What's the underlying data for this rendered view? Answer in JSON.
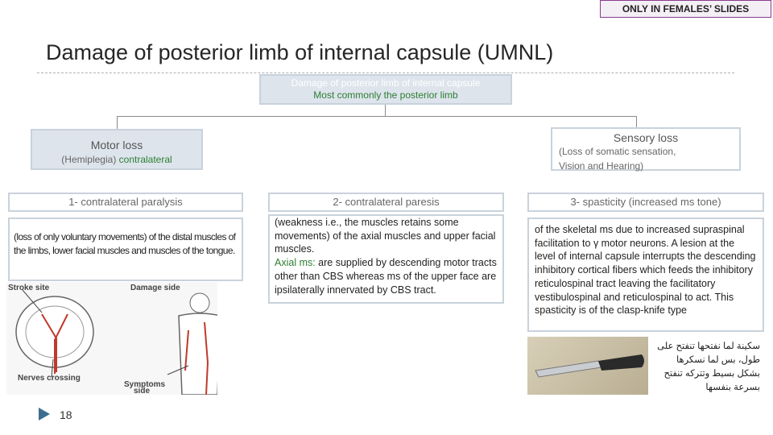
{
  "tag": "ONLY IN FEMALES’ SLIDES",
  "title": "Damage of posterior limb of internal capsule (UMNL)",
  "top_box": {
    "line1": "Damage of posterior limb of internal capsule",
    "line2": "Most commonly the posterior limb"
  },
  "motor": {
    "title": "Motor loss",
    "sub_prefix": "(Hemiplegia) ",
    "sub_highlight": "contralateral"
  },
  "sensory": {
    "title": "Sensory loss",
    "sub1": "(Loss of somatic sensation,",
    "sub2": "Vision and Hearing)"
  },
  "col1": {
    "header": "1- contralateral paralysis",
    "body": "(loss of only voluntary movements) of the distal muscles of the limbs, lower facial muscles and muscles of the tongue."
  },
  "col2": {
    "header": "2- contralateral paresis",
    "body1": "(weakness i.e., the muscles retains some movements) of the axial muscles and upper facial muscles.",
    "body2_label": "Axial ms:",
    "body2": " are supplied by descending motor tracts other than CBS whereas ms of the upper face are ipsilaterally innervated by CBS tract."
  },
  "col3": {
    "header": "3- spasticity (increased ms tone)",
    "body": "of the skeletal ms due to increased supraspinal facilitation to γ motor neurons. A lesion at the level of internal capsule interrupts the descending inhibitory cortical fibers which feeds the inhibitory reticulospinal tract leaving the facilitatory vestibulospinal and reticulospinal to act. This spasticity is of the clasp-knife type"
  },
  "figure": {
    "stroke_site": "Stroke site",
    "damage_side": "Damage side",
    "nerves_crossing": "Nerves crossing",
    "symptoms1": "Symptoms",
    "symptoms2": "side"
  },
  "arabic_note": "سكينة لما نفتحها تنفتح على طول، بس لما نسكرها بشكل بسيط وتتركه تنفتح بسرعة بنفسها",
  "page_number": "18",
  "colors": {
    "accent_green": "#2e7d32",
    "tag_border": "#8a3b8f",
    "box_fill": "#dde4ec"
  }
}
